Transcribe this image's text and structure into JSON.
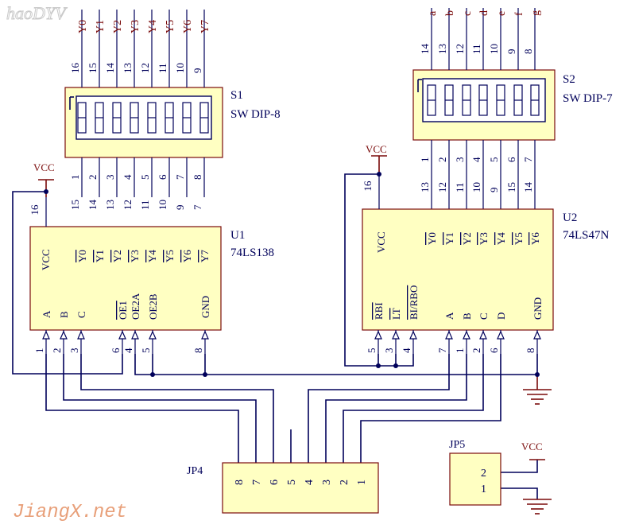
{
  "watermark_top": "haoDYV",
  "watermark_bottom": "JiangX.net",
  "colors": {
    "component_fill": "#ffffc2",
    "component_border": "#7a0a0a",
    "wire": "#00005a",
    "power": "#7a0a0a",
    "watermark": "#e8a07a"
  },
  "s1": {
    "ref": "S1",
    "value": "SW DIP-8",
    "top_pins": [
      "16",
      "15",
      "14",
      "13",
      "12",
      "11",
      "10",
      "9"
    ],
    "bottom_pins": [
      "1",
      "2",
      "3",
      "4",
      "5",
      "6",
      "7",
      "8"
    ],
    "net_labels": [
      "Y0",
      "Y1",
      "Y2",
      "Y3",
      "Y4",
      "Y5",
      "Y6",
      "Y7"
    ]
  },
  "s2": {
    "ref": "S2",
    "value": "SW DIP-7",
    "top_pins": [
      "14",
      "13",
      "12",
      "11",
      "10",
      "9",
      "8"
    ],
    "bottom_pins": [
      "1",
      "2",
      "3",
      "4",
      "5",
      "6",
      "7"
    ],
    "net_labels": [
      "a",
      "b",
      "c",
      "d",
      "e",
      "f",
      "g"
    ]
  },
  "u1": {
    "ref": "U1",
    "value": "74LS138",
    "vcc_label": "VCC",
    "vcc_pin": "16",
    "out_pins": [
      "15",
      "14",
      "13",
      "12",
      "11",
      "10",
      "9",
      "7"
    ],
    "out_labels": [
      "Y0",
      "Y1",
      "Y2",
      "Y3",
      "Y4",
      "Y5",
      "Y6",
      "Y7"
    ],
    "in_labels": [
      "A",
      "B",
      "C",
      "OE1",
      "OE2A",
      "OE2B",
      "GND"
    ],
    "in_pins": [
      "1",
      "2",
      "3",
      "6",
      "4",
      "5",
      "8"
    ]
  },
  "u2": {
    "ref": "U2",
    "value": "74LS47N",
    "vcc_label": "VCC",
    "vcc_pin": "16",
    "out_pins": [
      "13",
      "12",
      "11",
      "10",
      "9",
      "15",
      "14"
    ],
    "out_labels": [
      "Y0",
      "Y1",
      "Y2",
      "Y3",
      "Y4",
      "Y5",
      "Y6"
    ],
    "in_labels": [
      "RBI",
      "LT",
      "BI/RBO",
      "A",
      "B",
      "C",
      "D",
      "GND"
    ],
    "in_pins": [
      "5",
      "3",
      "4",
      "7",
      "1",
      "2",
      "6",
      "8"
    ]
  },
  "jp4": {
    "ref": "JP4",
    "pins": [
      "8",
      "7",
      "6",
      "5",
      "4",
      "3",
      "2",
      "1"
    ]
  },
  "jp5": {
    "ref": "JP5",
    "pins": [
      "2",
      "1"
    ],
    "vcc_label": "VCC"
  },
  "vcc_label": "VCC"
}
